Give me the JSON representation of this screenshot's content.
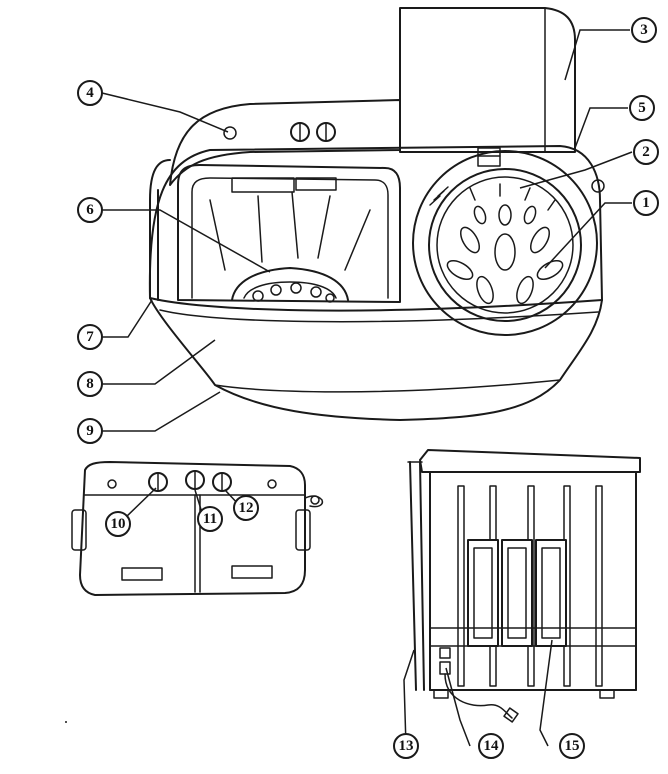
{
  "callouts": [
    {
      "id": "1",
      "label": "1"
    },
    {
      "id": "2",
      "label": "2"
    },
    {
      "id": "3",
      "label": "3"
    },
    {
      "id": "4",
      "label": "4"
    },
    {
      "id": "5",
      "label": "5"
    },
    {
      "id": "6",
      "label": "6"
    },
    {
      "id": "7",
      "label": "7"
    },
    {
      "id": "8",
      "label": "8"
    },
    {
      "id": "9",
      "label": "9"
    },
    {
      "id": "10",
      "label": "10"
    },
    {
      "id": "11",
      "label": "11"
    },
    {
      "id": "12",
      "label": "12"
    },
    {
      "id": "13",
      "label": "13"
    },
    {
      "id": "14",
      "label": "14"
    },
    {
      "id": "15",
      "label": "15"
    }
  ],
  "colors": {
    "line": "#1a1a1a",
    "background": "#ffffff"
  }
}
